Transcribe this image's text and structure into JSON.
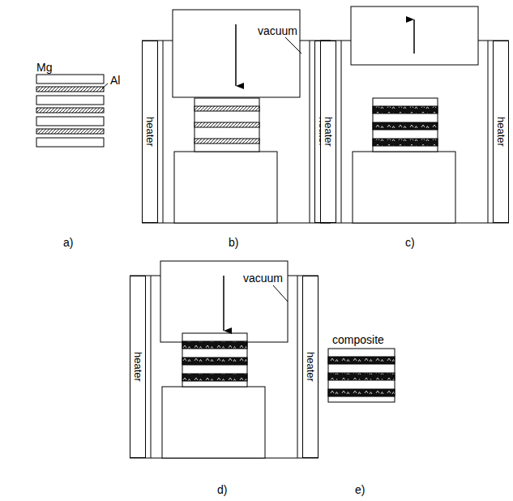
{
  "diagram": {
    "nodes": [
      {
        "text": [
          "heater"
        ]
      },
      {
        "text": [
          "heater"
        ]
      },
      {
        "text": [
          "heater"
        ]
      },
      {
        "text": [
          "heater"
        ]
      },
      {
        "text": [
          "heater"
        ]
      },
      {
        "text": [
          "heater"
        ]
      }
    ],
    "labels": [
      "Mg",
      "Al",
      "vacuum",
      "a)",
      "b)",
      "c)",
      "vacuum",
      "composite",
      "d)",
      "e)"
    ]
  }
}
